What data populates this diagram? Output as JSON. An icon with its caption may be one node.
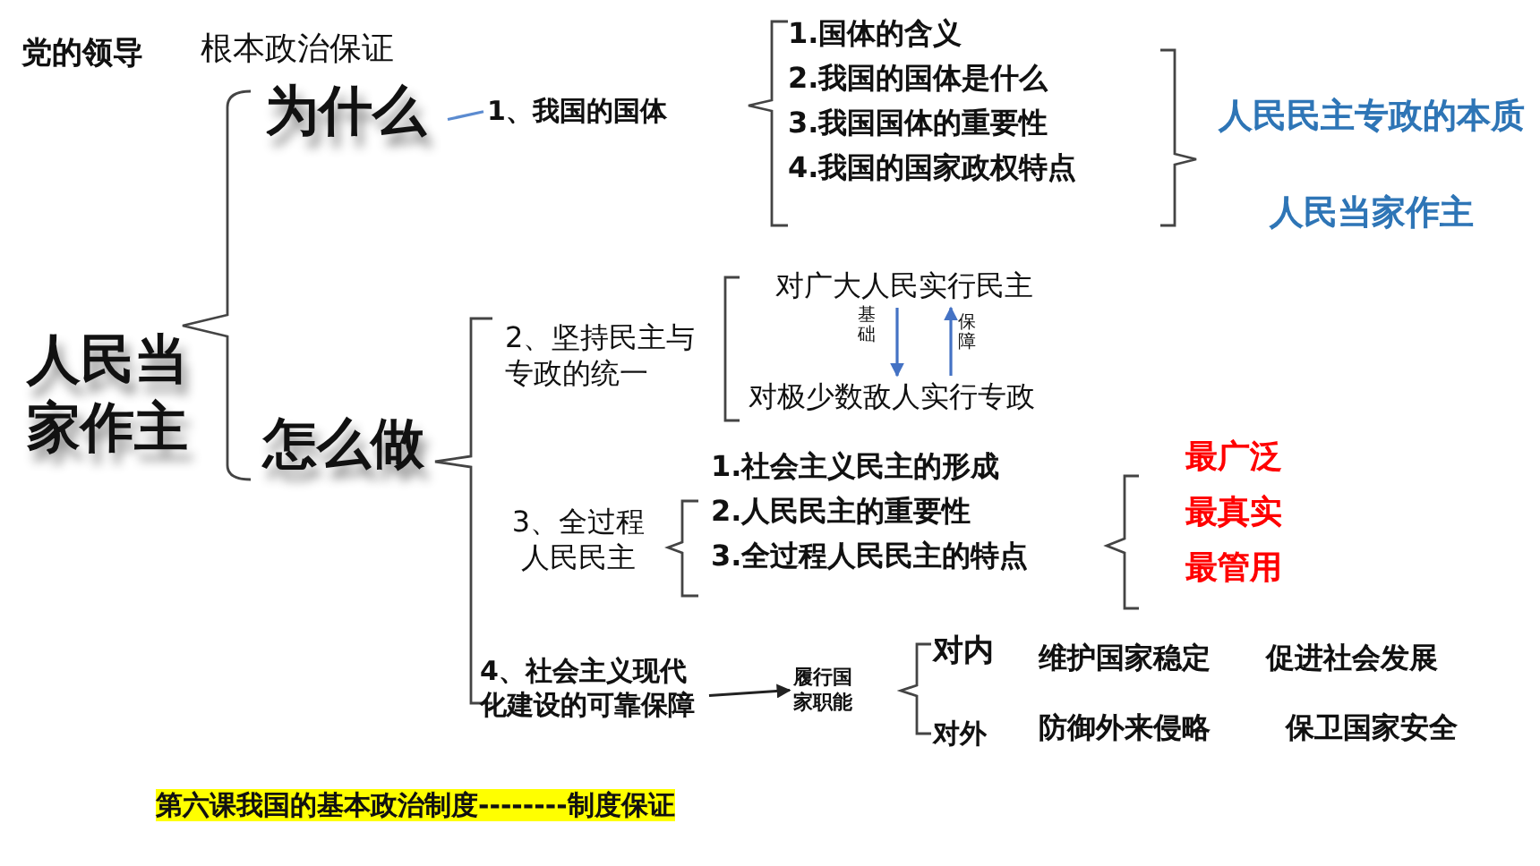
{
  "diagram": {
    "nodes": [
      {
        "text": [
          "为什么"
        ]
      },
      {
        "text": [
          "1、我国的国体"
        ]
      },
      {
        "text": [
          "对广大人民实行民主"
        ]
      },
      {
        "text": [
          "对极少数敌人实行专政"
        ]
      },
      {
        "text": [
          "4、社会主义现代化建设的可靠保障"
        ]
      },
      {
        "text": [
          "履行国家职能"
        ]
      }
    ],
    "edges": [
      {
        "from": 0,
        "to": 1,
        "arrow": "none",
        "color": "#5b8bd0"
      },
      {
        "from": 2,
        "to": 3,
        "arrow": "to",
        "label": "基础",
        "color": "#4472c4"
      },
      {
        "from": 3,
        "to": 2,
        "arrow": "to",
        "label": "保障",
        "color": "#4472c4"
      },
      {
        "from": 4,
        "to": 5,
        "arrow": "to",
        "color": "#222222"
      }
    ],
    "labels": [
      "党的领导",
      "根本政治保证",
      "1.国体的含义",
      "2.我国的国体是什么",
      "3.我国国体的重要性",
      "4.我国的国家政权特点",
      "人民民主专政的本质",
      "人民当家作主",
      "人民当家作主",
      "2、坚持民主与专政的统一",
      "怎么做",
      "1.社会主义民主的形成",
      "3、全过程人民民主",
      "2.人民民主的重要性",
      "3.全过程人民民主的特点",
      "最广泛",
      "最真实",
      "最管用",
      "对内",
      "维护国家稳定",
      "促进社会发展",
      "对外",
      "防御外来侵略",
      "保卫国家安全",
      "第六课我国的基本政治制度--------制度保证"
    ]
  }
}
